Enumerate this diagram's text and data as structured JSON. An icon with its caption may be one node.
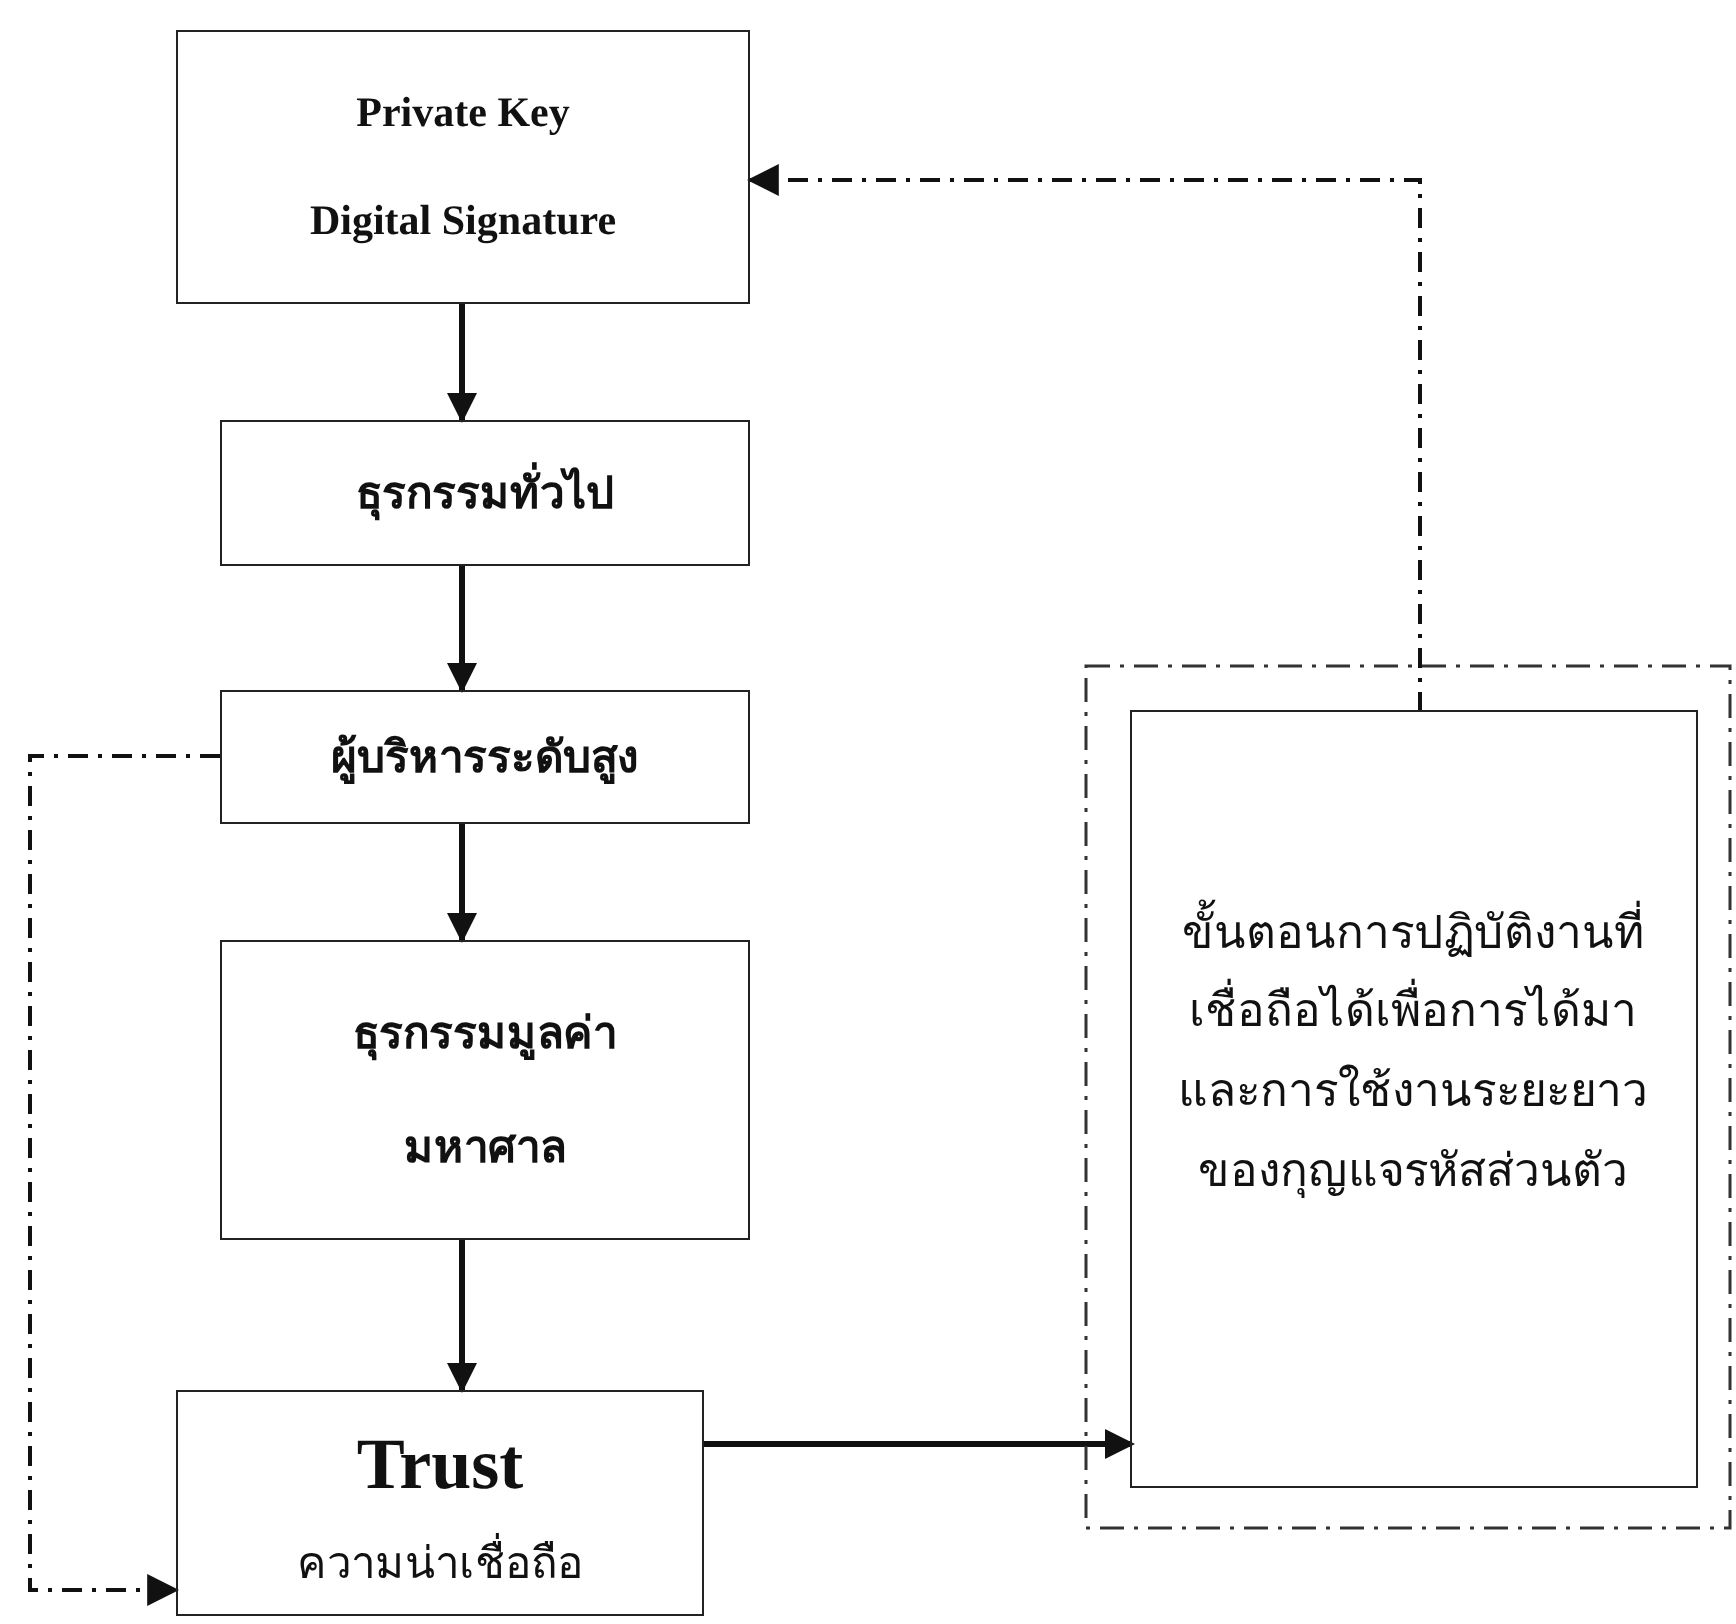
{
  "diagram": {
    "nodes": [
      {
        "text": [
          "Private Key",
          "Digital Signature"
        ]
      },
      {
        "text": [
          "ธุรกรรมทั่วไป"
        ]
      },
      {
        "text": [
          "ผู้บริหารระดับสูง"
        ]
      },
      {
        "text": [
          "ธุรกรรมมูลค่ามหาศาล"
        ]
      },
      {
        "text": [
          "Trust",
          "ความน่าเชื่อถือ"
        ]
      },
      {
        "text": [],
        "shape": "box"
      },
      {
        "text": [
          "ขั้นตอนการปฏิบัติงานที่เชื่อถือได้เพื่อการได้มาและการใช้งานระยะยาวของกุญแจรหัสส่วนตัว"
        ],
        "in": 5
      }
    ],
    "edges": [
      {
        "from": 0,
        "to": 1,
        "arrow": "to"
      },
      {
        "from": 1,
        "to": 2,
        "arrow": "to"
      },
      {
        "from": 2,
        "to": 3,
        "arrow": "to"
      },
      {
        "from": 3,
        "to": 4,
        "arrow": "to"
      },
      {
        "from": 4,
        "to": 6,
        "arrow": "to"
      },
      {
        "from": 6,
        "to": 0,
        "arrow": "to",
        "style": "dashed"
      },
      {
        "from": 2,
        "to": 4,
        "arrow": "to",
        "style": "dashed"
      }
    ]
  }
}
